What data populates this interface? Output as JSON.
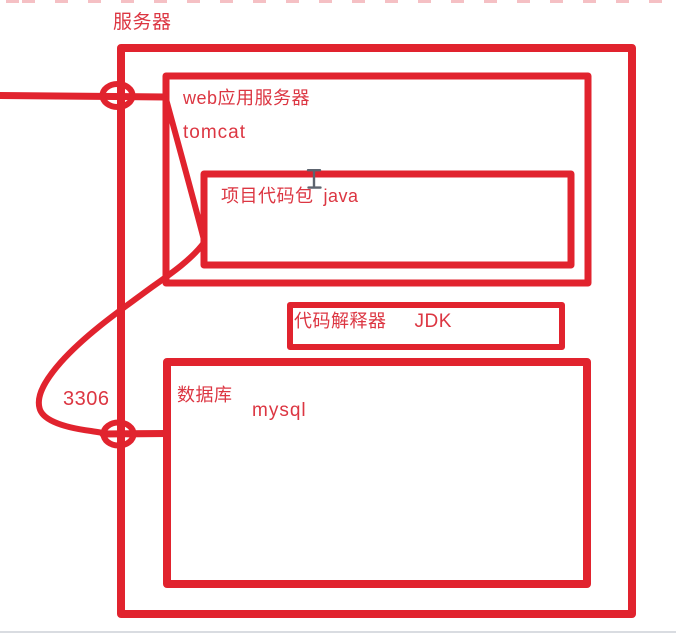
{
  "palette": {
    "stroke_red": "#e1232e",
    "text_red": "#dc3642",
    "cursor_gray": "#5d646f",
    "window_edge_gray": "#d9dce1"
  },
  "diagram": {
    "server": {
      "label": "服务器"
    },
    "web_server": {
      "label": "web应用服务器",
      "tech": "tomcat"
    },
    "code_package": {
      "label": "项目代码包",
      "tech": "java"
    },
    "interpreter": {
      "label": "代码解释器",
      "tech": "JDK"
    },
    "database": {
      "label": "数据库",
      "tech": "mysql"
    },
    "port": {
      "label": "3306"
    }
  },
  "icons": {
    "port_connector": "circle-cross-port",
    "text_cursor": "i-beam-cursor"
  }
}
